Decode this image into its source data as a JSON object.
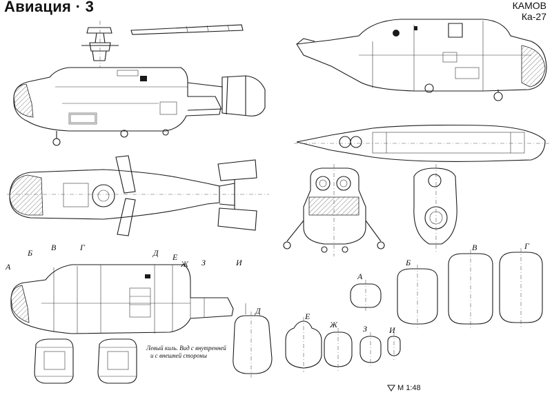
{
  "header": {
    "title": "Авиация · 3",
    "maker": "КАМОВ",
    "model": "Ка-27"
  },
  "section_marks": {
    "A": "А",
    "B": "Б",
    "V": "В",
    "G": "Г",
    "D": "Д",
    "E": "Е",
    "ZH": "Ж",
    "Z": "З",
    "I": "И"
  },
  "fin_note": {
    "line1": "Левый киль. Вид с внутренней",
    "line2": "и с внешней стороны"
  },
  "scale_label": "M 1:48"
}
